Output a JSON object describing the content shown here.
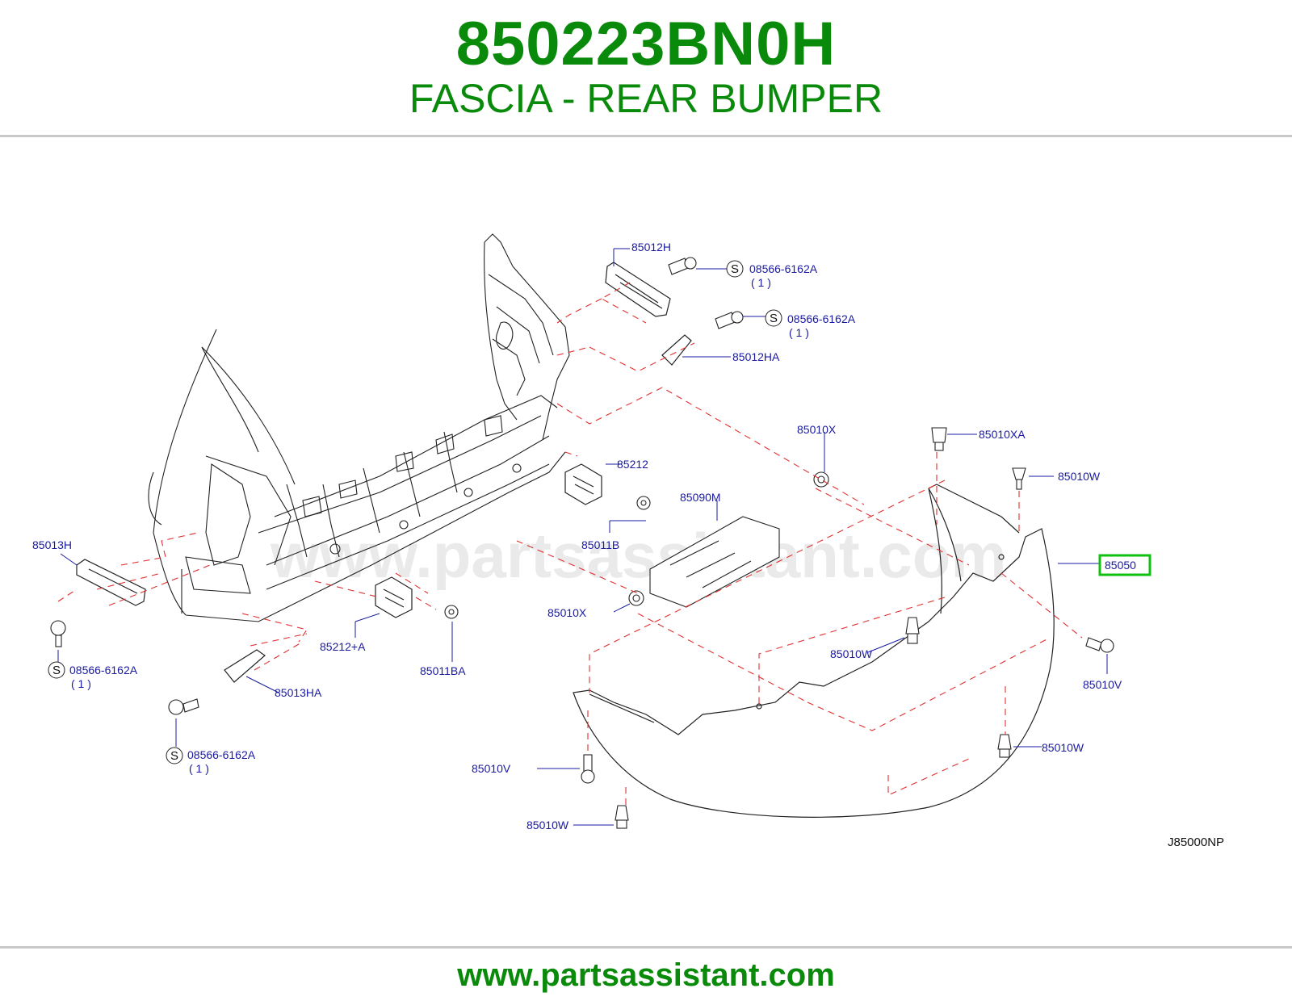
{
  "header": {
    "part_number": "850223BN0H",
    "part_name": "FASCIA - REAR BUMPER"
  },
  "footer": {
    "url": "www.partsassistant.com"
  },
  "diagram": {
    "watermark": "www.partsassistant.com",
    "code": "J85000NP",
    "highlight_color": "#10c010",
    "callouts": {
      "c_85012H": "85012H",
      "c_85012HA": "85012HA",
      "c_08566_a": "08566-6162A",
      "c_qty_a": "( 1 )",
      "c_08566_b": "08566-6162A",
      "c_qty_b": "( 1 )",
      "c_08566_c": "08566-6162A",
      "c_qty_c": "( 1 )",
      "c_08566_d": "08566-6162A",
      "c_qty_d": "( 1 )",
      "c_85010X_top": "85010X",
      "c_85010XA": "85010XA",
      "c_85010W_tr": "85010W",
      "c_85050": "85050",
      "c_85212": "85212",
      "c_85090M": "85090M",
      "c_85011B": "85011B",
      "c_85010X_mid": "85010X",
      "c_85013H": "85013H",
      "c_85013HA": "85013HA",
      "c_85212A": "85212+A",
      "c_85011BA": "85011BA",
      "c_85010W_mid": "85010W",
      "c_85010V_right": "85010V",
      "c_85010W_br": "85010W",
      "c_85010V_left": "85010V",
      "c_85010W_bottom": "85010W"
    },
    "s_marker": "S"
  }
}
